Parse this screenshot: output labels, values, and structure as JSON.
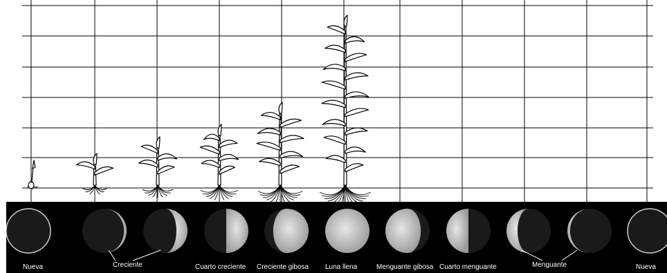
{
  "diagram": {
    "grid": {
      "columns": 10,
      "rows": 6,
      "line_color": "#000000"
    },
    "plants": [
      {
        "stage": 1,
        "leaves": 0
      },
      {
        "stage": 2,
        "leaves": 2
      },
      {
        "stage": 3,
        "leaves": 4
      },
      {
        "stage": 4,
        "leaves": 6
      },
      {
        "stage": 5,
        "leaves": 8
      },
      {
        "stage": 6,
        "leaves": 16
      }
    ],
    "moon_phases": [
      {
        "name": "new",
        "lit": 0
      },
      {
        "name": "waxing-crescent-thin",
        "lit": 0.06
      },
      {
        "name": "waxing-crescent",
        "lit": 0.25
      },
      {
        "name": "first-quarter",
        "lit": 0.5
      },
      {
        "name": "waxing-gibbous",
        "lit": 0.8
      },
      {
        "name": "full",
        "lit": 1
      },
      {
        "name": "waning-gibbous",
        "lit": 0.8
      },
      {
        "name": "last-quarter",
        "lit": 0.5
      },
      {
        "name": "waning-crescent",
        "lit": 0.25
      },
      {
        "name": "waning-crescent-thin",
        "lit": 0.06
      },
      {
        "name": "new",
        "lit": 0
      }
    ],
    "labels": {
      "nueva_1": "Nueva",
      "creciente": "Creciente",
      "cuarto_creciente": "Cuarto creciente",
      "creciente_gibosa": "Creciente gibosa",
      "luna_llena": "Luna llena",
      "menguante_gibosa": "Menguante gibosa",
      "cuarto_menguante": "Cuarto menguante",
      "menguante": "Menguante",
      "nueva_2": "Nueva"
    },
    "colors": {
      "moon_lit": "#cfcfcf",
      "moon_dark": "#1a1a1a",
      "strip": "#000000",
      "plant_stroke": "#000000"
    }
  }
}
